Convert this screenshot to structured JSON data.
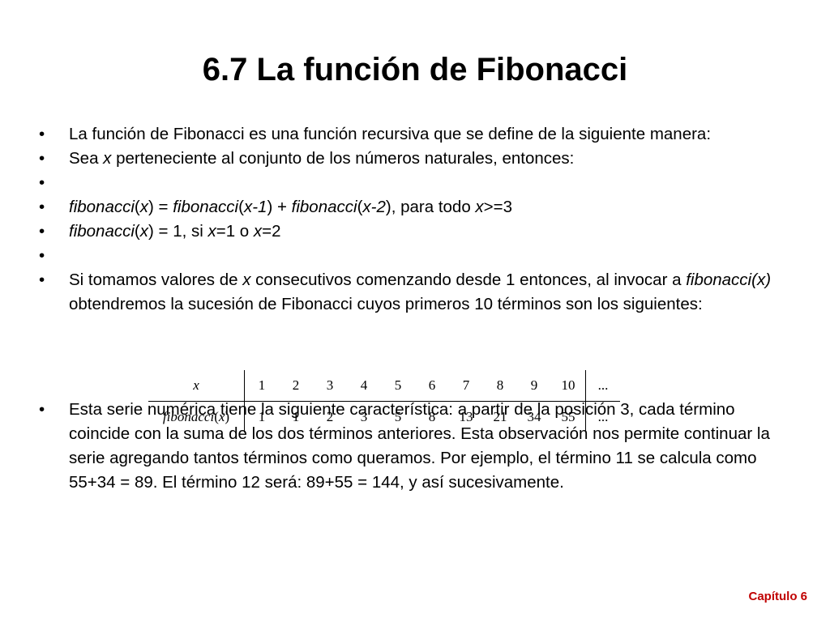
{
  "title": "6.7 La función de Fibonacci",
  "bullet_glyph": "•",
  "bullets": {
    "b1": "La función de Fibonacci es una función recursiva que se define de la siguiente manera:",
    "b2": {
      "t1": "Sea ",
      "t2": "x",
      "t3": " perteneciente al conjunto de los números naturales, entonces:"
    },
    "b4": {
      "t1": "fibonacci",
      "t2": "(",
      "t3": "x",
      "t4": ") = ",
      "t5": "fibonacci",
      "t6": "(",
      "t7": "x-1",
      "t8": ") + ",
      "t9": "fibonacci",
      "t10": "(",
      "t11": "x-2",
      "t12": "), para todo ",
      "t13": "x",
      "t14": ">=3"
    },
    "b5": {
      "t1": "fibonacci",
      "t2": "(",
      "t3": "x",
      "t4": ") = 1, si ",
      "t5": "x",
      "t6": "=1 o ",
      "t7": "x",
      "t8": "=2"
    },
    "b7": {
      "t1": "Si tomamos valores de ",
      "t2": "x",
      "t3": " consecutivos comenzando desde 1 entonces, al invocar a ",
      "t4": "fibonacci(x)",
      "t5": " obtendremos la sucesión de Fibonacci cuyos primeros 10 términos son los siguientes:"
    },
    "b8": "Esta serie numérica tiene la siguiente característica: a partir de la posición 3, cada término coincide con la suma de los dos términos anteriores. Esta observación nos permite continuar la serie agregando tantos términos como queramos. Por ejemplo, el término 11 se calcula como 55+34 = 89. El término 12 será: 89+55 = 144, y así sucesivamente."
  },
  "table": {
    "row_x_label": "x",
    "row_f_label": {
      "name": "fibonacci",
      "open": "(",
      "var": "x",
      "close": ")"
    },
    "x_values": [
      "1",
      "2",
      "3",
      "4",
      "5",
      "6",
      "7",
      "8",
      "9",
      "10",
      "..."
    ],
    "f_values": [
      "1",
      "1",
      "2",
      "3",
      "5",
      "8",
      "13",
      "21",
      "34",
      "55",
      "..."
    ]
  },
  "footer": "Capítulo 6"
}
